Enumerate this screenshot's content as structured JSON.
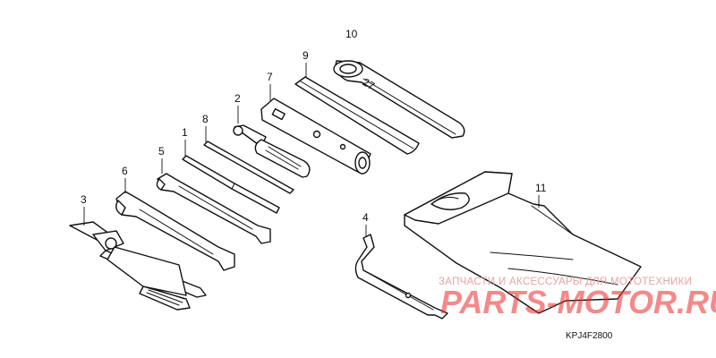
{
  "callouts": {
    "c1": "1",
    "c2": "2",
    "c3": "3",
    "c4": "4",
    "c5": "5",
    "c6": "6",
    "c7": "7",
    "c8": "8",
    "c9": "9",
    "c10": "10",
    "c11": "11"
  },
  "watermark": {
    "tagline": "ЗАПЧАСТИ И АКСЕССУАРЫ ДЛЯ МОТОТЕХНИКИ",
    "brand": "PARTS-MOTOR.RU"
  },
  "wrench_size_mark": "27",
  "drawing_code": "KPJ4F2800"
}
